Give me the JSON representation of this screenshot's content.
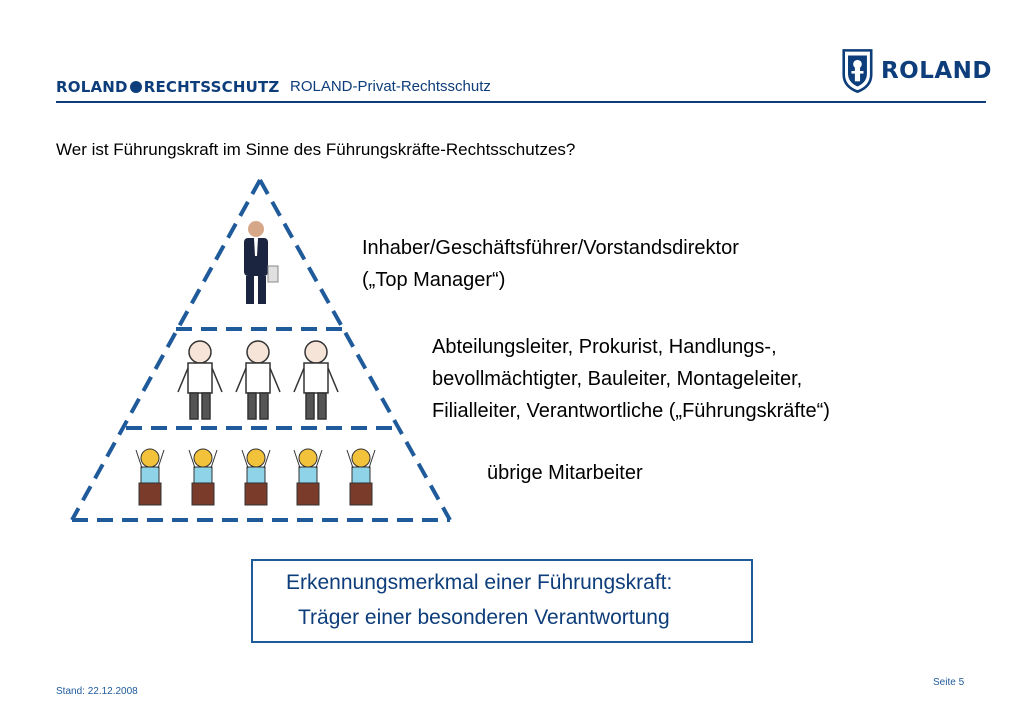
{
  "header": {
    "brand_left_part1": "ROLAND",
    "brand_left_part2": "RECHTSSCHUTZ",
    "brand_subtitle": "ROLAND-Privat-Rechtsschutz",
    "logo_text": "ROLAND",
    "brand_color": "#0d3d7a"
  },
  "question": "Wer ist Führungskraft im Sinne des Führungskräfte-Rechtsschutzes?",
  "levels": [
    {
      "line1": "Inhaber/Geschäftsführer/Vorstandsdirektor",
      "line2": "(„Top Manager“)"
    },
    {
      "line1": "Abteilungsleiter, Prokurist, Handlungs-,",
      "line2": "bevollmächtigter, Bauleiter, Montageleiter,",
      "line3": "Filialleiter, Verantwortliche („Führungskräfte“)"
    },
    {
      "line1": "übrige Mitarbeiter"
    }
  ],
  "callout": {
    "line1": "Erkennungsmerkmal einer Führungskraft:",
    "line2": "Träger einer besonderen Verantwortung"
  },
  "footer": {
    "stand": "Stand: 22.12.2008",
    "page": "Seite 5"
  }
}
